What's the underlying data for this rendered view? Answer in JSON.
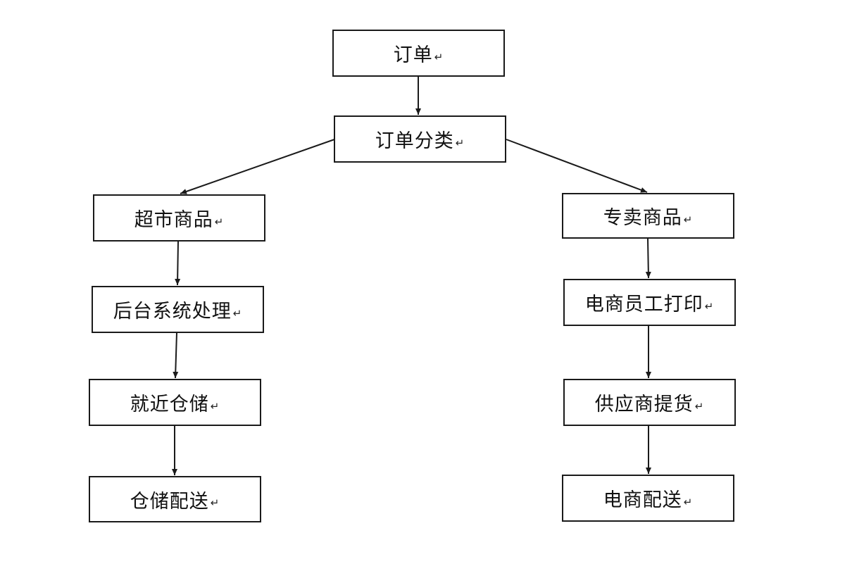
{
  "nodes": {
    "order": {
      "label": "订单"
    },
    "classify": {
      "label": "订单分类"
    },
    "supermarket": {
      "label": "超市商品"
    },
    "backend": {
      "label": "后台系统处理"
    },
    "nearby_storage": {
      "label": "就近仓储"
    },
    "storage_delivery": {
      "label": "仓储配送"
    },
    "specialty": {
      "label": "专卖商品"
    },
    "staff_print": {
      "label": "电商员工打印"
    },
    "supplier_pickup": {
      "label": "供应商提货"
    },
    "ecom_delivery": {
      "label": "电商配送"
    }
  },
  "paragraph_mark": "↵",
  "colors": {
    "stroke": "#1a1a1a",
    "background": "#ffffff"
  }
}
